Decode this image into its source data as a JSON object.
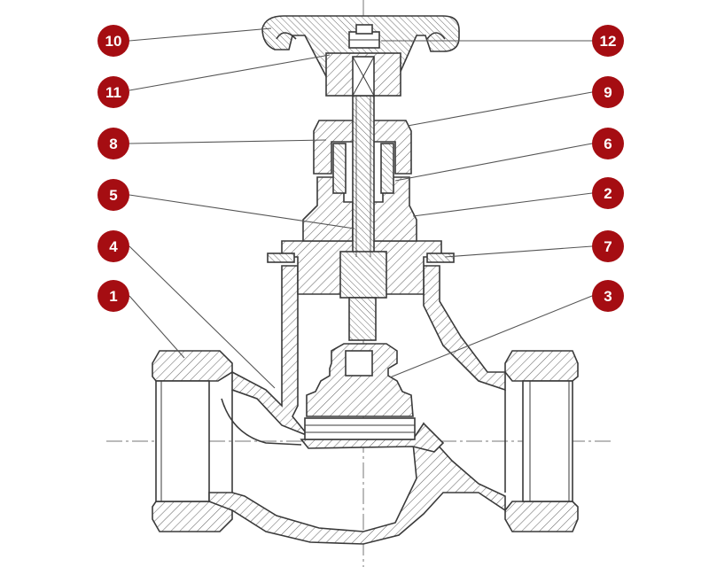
{
  "colors": {
    "badge": "#a50d12",
    "badge_text": "#ffffff",
    "line": "#3a3a3a",
    "hatch": "#6b6b6b",
    "background": "#ffffff"
  },
  "callouts": [
    {
      "id": "10",
      "label": "10"
    },
    {
      "id": "11",
      "label": "11"
    },
    {
      "id": "8",
      "label": "8"
    },
    {
      "id": "5",
      "label": "5"
    },
    {
      "id": "4",
      "label": "4"
    },
    {
      "id": "1",
      "label": "1"
    },
    {
      "id": "12",
      "label": "12"
    },
    {
      "id": "9",
      "label": "9"
    },
    {
      "id": "6",
      "label": "6"
    },
    {
      "id": "2",
      "label": "2"
    },
    {
      "id": "7",
      "label": "7"
    },
    {
      "id": "3",
      "label": "3"
    }
  ]
}
